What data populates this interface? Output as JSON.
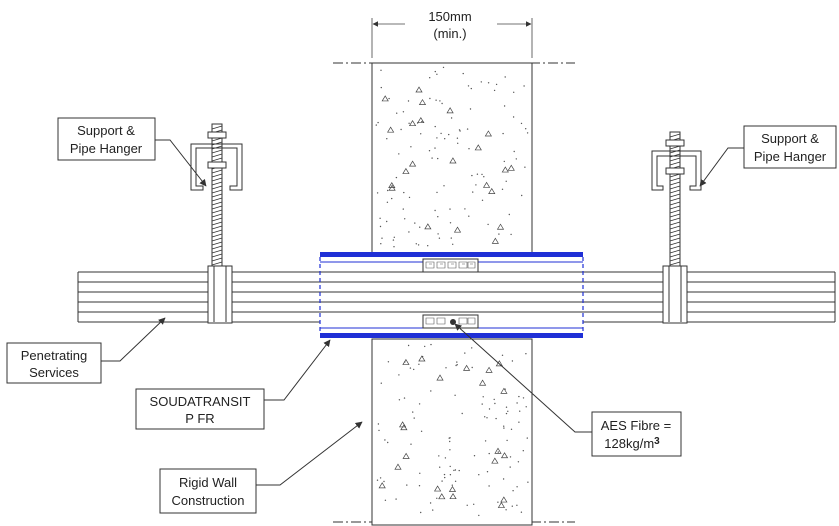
{
  "dimension": {
    "line1": "150mm",
    "line2": "(min.)"
  },
  "labels": {
    "support_left_1": "Support &",
    "support_left_2": "Pipe Hanger",
    "support_right_1": "Support &",
    "support_right_2": "Pipe Hanger",
    "penetrating_1": "Penetrating",
    "penetrating_2": "Services",
    "soudatransit_1": "SOUDATRANSIT",
    "soudatransit_2": "P FR",
    "wall_1": "Rigid Wall",
    "wall_2": "Construction",
    "aes_1": "AES Fibre =",
    "aes_2": "128kg/m",
    "aes_sup": "3"
  },
  "colors": {
    "collar": "#1f2fd6",
    "line": "#333333"
  }
}
